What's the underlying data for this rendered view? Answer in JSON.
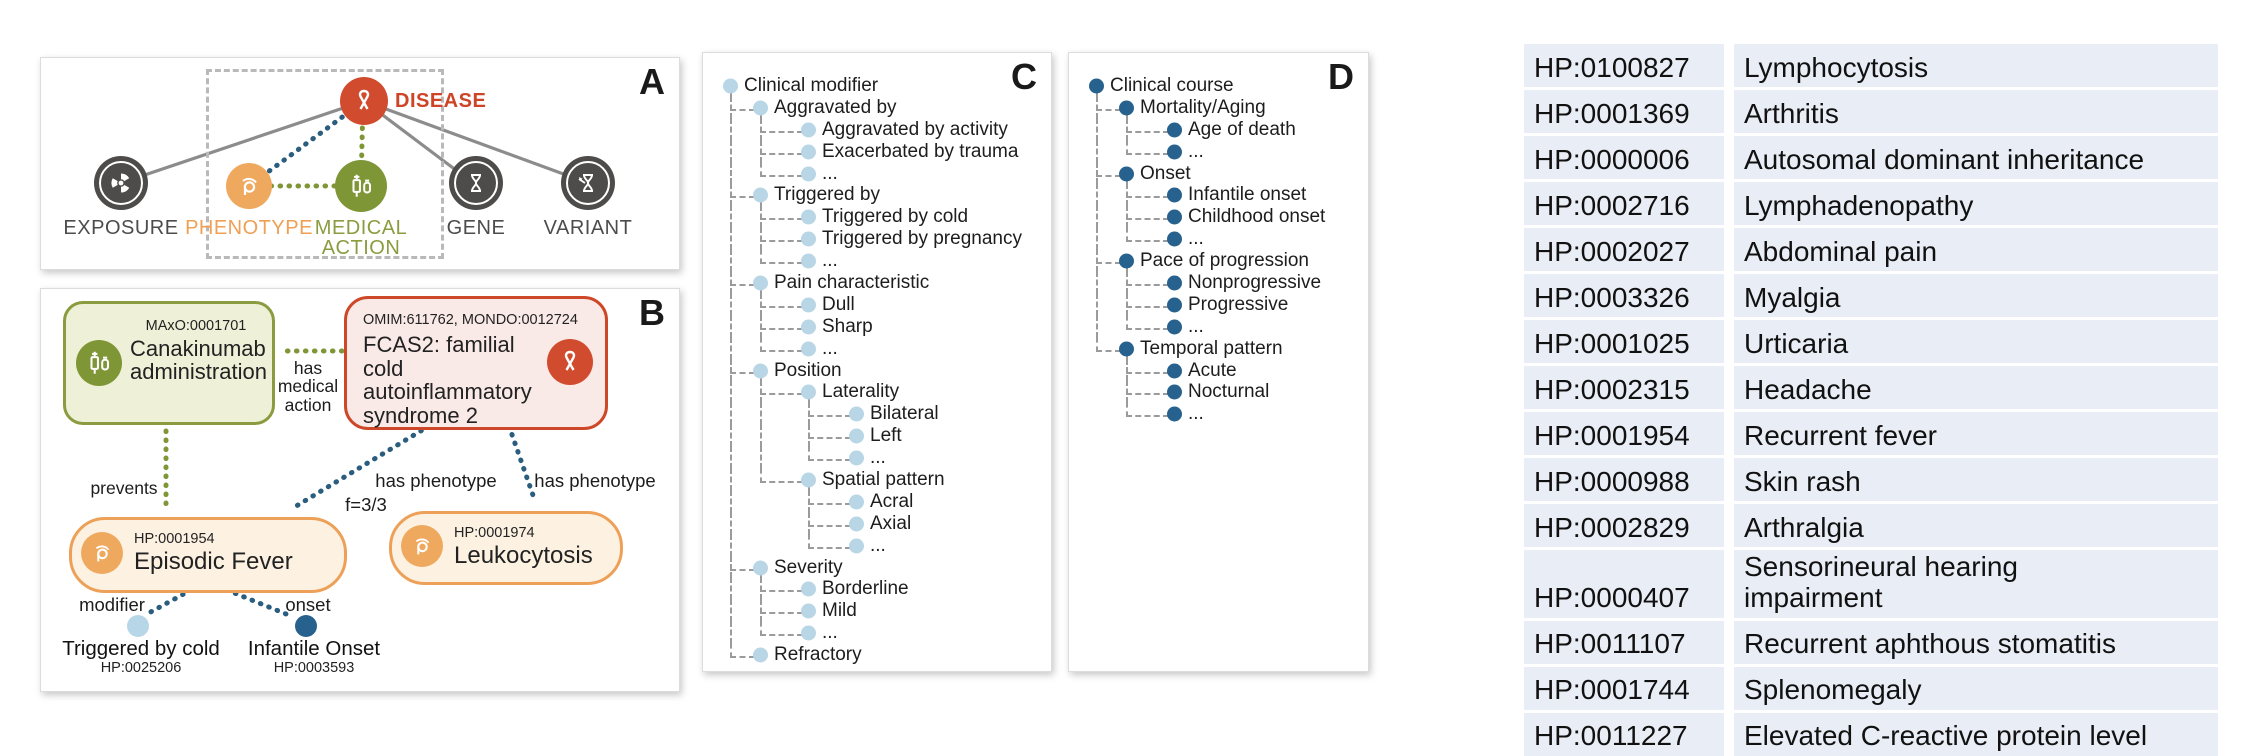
{
  "panelA": {
    "letter": "A",
    "disease_label": "DISEASE",
    "nodes": {
      "exposure": "EXPOSURE",
      "phenotype": "PHENOTYPE",
      "medical_action": "MEDICAL\nACTION",
      "gene": "GENE",
      "variant": "VARIANT"
    }
  },
  "panelB": {
    "letter": "B",
    "medication_box": {
      "code": "MAxO:0001701",
      "label": "Canakinumab administration"
    },
    "disease_box": {
      "code": "OMIM:611762, MONDO:0012724",
      "label": "FCAS2: familial cold autoinflammatory syndrome 2"
    },
    "edges": {
      "has_medical_action": "has\nmedical\naction",
      "prevents": "prevents",
      "has_phenotype_left": "has phenotype",
      "frequency": "f=3/3",
      "has_phenotype_right": "has phenotype",
      "modifier": "modifier",
      "onset": "onset"
    },
    "phenotype_fever": {
      "code": "HP:0001954",
      "label": "Episodic Fever"
    },
    "phenotype_leukocytosis": {
      "code": "HP:0001974",
      "label": "Leukocytosis"
    },
    "modifier_node": {
      "label": "Triggered by cold",
      "code": "HP:0025206"
    },
    "onset_node": {
      "label": "Infantile Onset",
      "code": "HP:0003593"
    }
  },
  "panelC": {
    "letter": "C",
    "tree": [
      {
        "label": "Clinical modifier",
        "depth": 0
      },
      {
        "label": "Aggravated by",
        "depth": 1
      },
      {
        "label": "Aggravated by activity",
        "depth": 2
      },
      {
        "label": "Exacerbated by trauma",
        "depth": 2
      },
      {
        "label": "...",
        "depth": 2
      },
      {
        "label": "Triggered by",
        "depth": 1
      },
      {
        "label": "Triggered by cold",
        "depth": 2
      },
      {
        "label": "Triggered by pregnancy",
        "depth": 2
      },
      {
        "label": "...",
        "depth": 2
      },
      {
        "label": "Pain characteristic",
        "depth": 1
      },
      {
        "label": "Dull",
        "depth": 2
      },
      {
        "label": "Sharp",
        "depth": 2
      },
      {
        "label": "...",
        "depth": 2
      },
      {
        "label": "Position",
        "depth": 1
      },
      {
        "label": "Laterality",
        "depth": 2
      },
      {
        "label": "Bilateral",
        "depth": 3
      },
      {
        "label": "Left",
        "depth": 3
      },
      {
        "label": "...",
        "depth": 3
      },
      {
        "label": "Spatial pattern",
        "depth": 2
      },
      {
        "label": "Acral",
        "depth": 3
      },
      {
        "label": "Axial",
        "depth": 3
      },
      {
        "label": "...",
        "depth": 3
      },
      {
        "label": "Severity",
        "depth": 1
      },
      {
        "label": "Borderline",
        "depth": 2
      },
      {
        "label": "Mild",
        "depth": 2
      },
      {
        "label": "...",
        "depth": 2
      },
      {
        "label": "Refractory",
        "depth": 1
      }
    ]
  },
  "panelD": {
    "letter": "D",
    "tree": [
      {
        "label": "Clinical course",
        "depth": 0
      },
      {
        "label": "Mortality/Aging",
        "depth": 1
      },
      {
        "label": "Age of death",
        "depth": 2
      },
      {
        "label": "...",
        "depth": 2
      },
      {
        "label": "Onset",
        "depth": 1
      },
      {
        "label": "Infantile onset",
        "depth": 2
      },
      {
        "label": "Childhood onset",
        "depth": 2
      },
      {
        "label": "...",
        "depth": 2
      },
      {
        "label": "Pace of progression",
        "depth": 1
      },
      {
        "label": "Nonprogressive",
        "depth": 2
      },
      {
        "label": "Progressive",
        "depth": 2
      },
      {
        "label": "...",
        "depth": 2
      },
      {
        "label": "Temporal pattern",
        "depth": 1
      },
      {
        "label": "Acute",
        "depth": 2
      },
      {
        "label": "Nocturnal",
        "depth": 2
      },
      {
        "label": "...",
        "depth": 2
      }
    ]
  },
  "table": {
    "rows": [
      {
        "code": "HP:0100827",
        "label": "Lymphocytosis"
      },
      {
        "code": "HP:0001369",
        "label": "Arthritis"
      },
      {
        "code": "HP:0000006",
        "label": "Autosomal dominant inheritance"
      },
      {
        "code": "HP:0002716",
        "label": "Lymphadenopathy"
      },
      {
        "code": "HP:0002027",
        "label": "Abdominal pain"
      },
      {
        "code": "HP:0003326",
        "label": "Myalgia"
      },
      {
        "code": "HP:0001025",
        "label": "Urticaria"
      },
      {
        "code": "HP:0002315",
        "label": "Headache"
      },
      {
        "code": "HP:0001954",
        "label": "Recurrent fever"
      },
      {
        "code": "HP:0000988",
        "label": "Skin rash"
      },
      {
        "code": "HP:0002829",
        "label": "Arthralgia"
      },
      {
        "code": "HP:0000407",
        "label": "Sensorineural hearing\nimpairment"
      },
      {
        "code": "HP:0011107",
        "label": "Recurrent aphthous stomatitis"
      },
      {
        "code": "HP:0001744",
        "label": "Splenomegaly"
      },
      {
        "code": "HP:0011227",
        "label": "Elevated C-reactive protein level"
      }
    ]
  },
  "colors": {
    "disease_red": "#cd4829",
    "phenotype_orange": "#efa95f",
    "medical_action_green": "#7f9636",
    "relation_blue": "#2a5d7e",
    "clinical_modifier_dot": "#b9d6e6",
    "clinical_course_dot": "#27628f",
    "table_row_bg": "#e9edf5"
  }
}
